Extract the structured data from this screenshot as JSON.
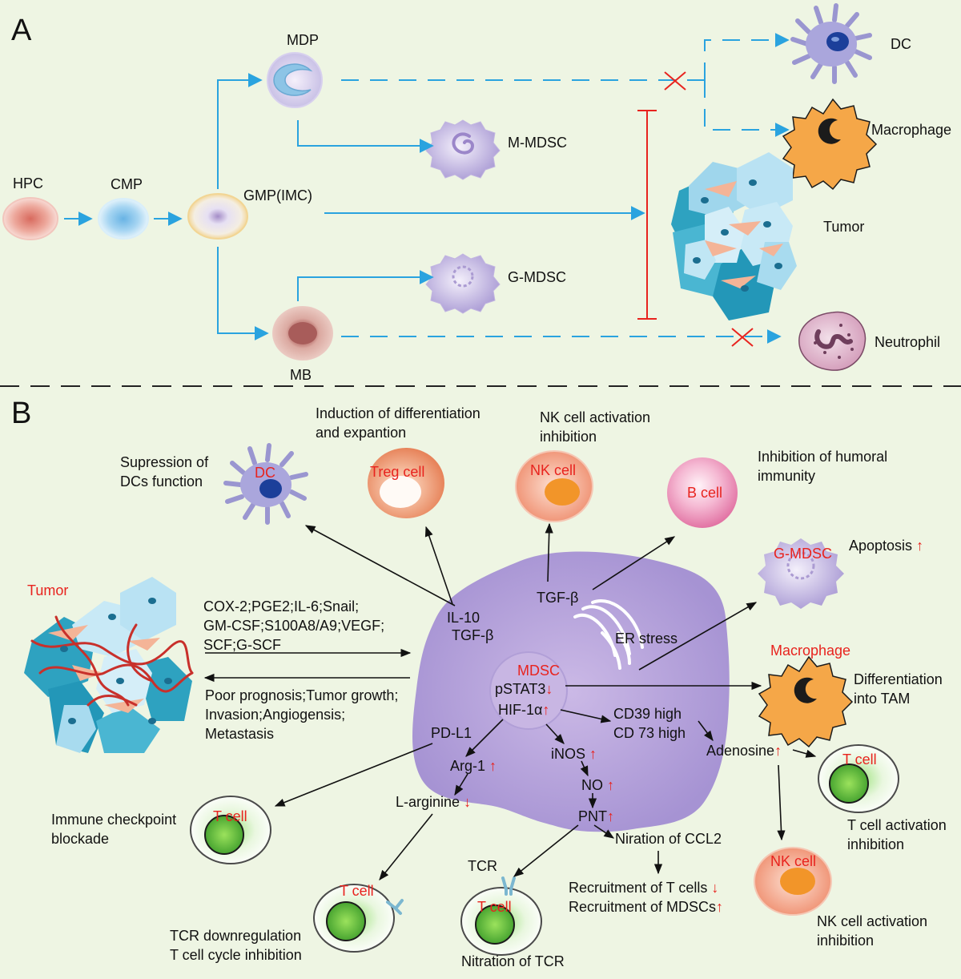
{
  "panel_a": {
    "label": "A",
    "cells": {
      "hpc": "HPC",
      "cmp": "CMP",
      "gmp": "GMP(IMC)",
      "mdp": "MDP",
      "mb": "MB",
      "m_mdsc": "M-MDSC",
      "g_mdsc": "G-MDSC",
      "dc": "DC",
      "macrophage": "Macrophage",
      "tumor": "Tumor",
      "neutrophil": "Neutrophil"
    }
  },
  "panel_b": {
    "label": "B",
    "tumor": "Tumor",
    "tumor_factors": [
      "COX-2;PGE2;IL-6;Snail;",
      "GM-CSF;S100A8/A9;VEGF;",
      "SCF;G-SCF"
    ],
    "tumor_effects": [
      "Poor prognosis;Tumor growth;",
      "Invasion;Angiogensis;",
      "Metastasis"
    ],
    "dc_label": "DC",
    "dc_effect": [
      "Supression of",
      "DCs function"
    ],
    "treg_label": "Treg cell",
    "treg_effect": [
      "Induction of differentiation",
      "and expantion"
    ],
    "nk_label": "NK cell",
    "nk_effect": [
      "NK cell activation",
      "inhibition"
    ],
    "bcell_label": "B cell",
    "bcell_effect": [
      "Inhibition of humoral",
      "immunity"
    ],
    "gmdsc_label": "G-MDSC",
    "gmdsc_effect": "Apoptosis",
    "macrophage_label": "Macrophage",
    "macrophage_effect": [
      "Differentiation",
      "into TAM"
    ],
    "il10": "IL-10",
    "tgfb_left": "TGF-β",
    "tgfb_top": "TGF-β",
    "er_stress": "ER stress",
    "mdsc": "MDSC",
    "pstat3": "pSTAT3",
    "hif": "HIF-1α",
    "cd39": "CD39 high",
    "cd73": "CD 73 high",
    "adenosine": "Adenosine",
    "pdl1": "PD-L1",
    "arg1": "Arg-1",
    "inos": "iNOS",
    "no": "NO",
    "larginine": "L-arginine",
    "pnt": "PNT",
    "ccl2": "Niration of CCL2",
    "recruit_t": "Recruitment of T cells",
    "recruit_mdsc": "Recruitment of MDSCs",
    "tcr": "TCR",
    "tcell": "T cell",
    "nkcell2": "NK cell",
    "checkpoint": [
      "Immune checkpoint",
      "blockade"
    ],
    "tcr_down": [
      "TCR downregulation",
      "T cell cycle inhibition"
    ],
    "nitration_tcr": "Nitration of TCR",
    "tcell_act": [
      "T cell activation",
      "inhibition"
    ],
    "nk_act2": [
      "NK cell activation",
      "inhibition"
    ]
  },
  "colors": {
    "background": "#eef5e3",
    "arrow_blue": "#2aa3df",
    "block_red": "#e8231e",
    "mdsc_purple": "#b2a3d8",
    "label_red": "#e8231e"
  },
  "symbols": {
    "up": "↑",
    "down": "↓"
  }
}
